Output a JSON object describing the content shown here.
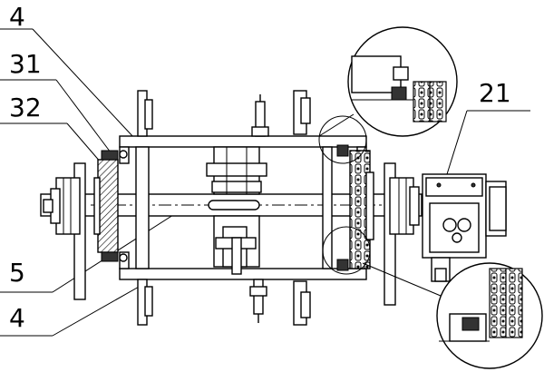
{
  "labels": {
    "top_4": "4",
    "l31": "31",
    "l32": "32",
    "l5": "5",
    "bottom_4": "4",
    "l21": "21"
  }
}
